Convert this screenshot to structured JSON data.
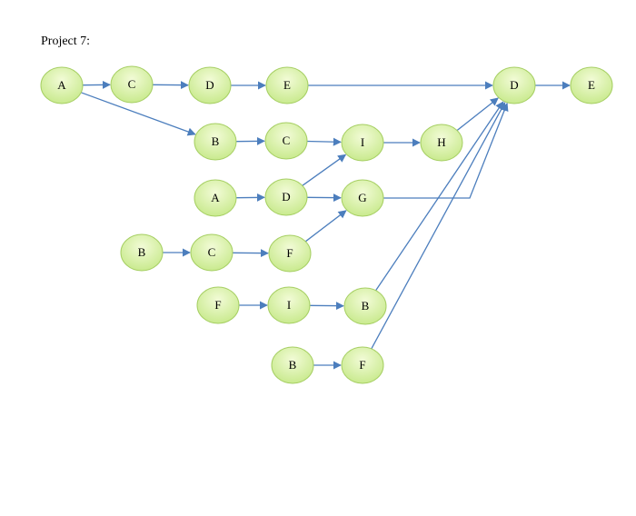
{
  "title": "Project 7:",
  "colors": {
    "node_fill_light": "#f2fbd7",
    "node_fill_dark": "#c9ea8e",
    "node_stroke": "#a6cf63",
    "edge": "#4c7ebd"
  },
  "nodes": [
    {
      "id": "n1",
      "label": "A"
    },
    {
      "id": "n2",
      "label": "C"
    },
    {
      "id": "n3",
      "label": "D"
    },
    {
      "id": "n4",
      "label": "E"
    },
    {
      "id": "n5",
      "label": "D"
    },
    {
      "id": "n6",
      "label": "E"
    },
    {
      "id": "n7",
      "label": "B"
    },
    {
      "id": "n8",
      "label": "C"
    },
    {
      "id": "n9",
      "label": "I"
    },
    {
      "id": "n10",
      "label": "H"
    },
    {
      "id": "n11",
      "label": "A"
    },
    {
      "id": "n12",
      "label": "D"
    },
    {
      "id": "n13",
      "label": "G"
    },
    {
      "id": "n14",
      "label": "B"
    },
    {
      "id": "n15",
      "label": "C"
    },
    {
      "id": "n16",
      "label": "F"
    },
    {
      "id": "n17",
      "label": "F"
    },
    {
      "id": "n18",
      "label": "I"
    },
    {
      "id": "n19",
      "label": "B"
    },
    {
      "id": "n20",
      "label": "B"
    },
    {
      "id": "n21",
      "label": "F"
    }
  ],
  "edges": [
    {
      "from": "n1",
      "to": "n2"
    },
    {
      "from": "n2",
      "to": "n3"
    },
    {
      "from": "n3",
      "to": "n4"
    },
    {
      "from": "n4",
      "to": "n5"
    },
    {
      "from": "n5",
      "to": "n6"
    },
    {
      "from": "n1",
      "to": "n7"
    },
    {
      "from": "n7",
      "to": "n8"
    },
    {
      "from": "n8",
      "to": "n9"
    },
    {
      "from": "n9",
      "to": "n10"
    },
    {
      "from": "n10",
      "to": "n5"
    },
    {
      "from": "n11",
      "to": "n12"
    },
    {
      "from": "n12",
      "to": "n9"
    },
    {
      "from": "n12",
      "to": "n13"
    },
    {
      "from": "n13",
      "to": "n5"
    },
    {
      "from": "n14",
      "to": "n15"
    },
    {
      "from": "n15",
      "to": "n16"
    },
    {
      "from": "n16",
      "to": "n13"
    },
    {
      "from": "n17",
      "to": "n18"
    },
    {
      "from": "n18",
      "to": "n19"
    },
    {
      "from": "n19",
      "to": "n5"
    },
    {
      "from": "n20",
      "to": "n21"
    },
    {
      "from": "n21",
      "to": "n5"
    }
  ]
}
